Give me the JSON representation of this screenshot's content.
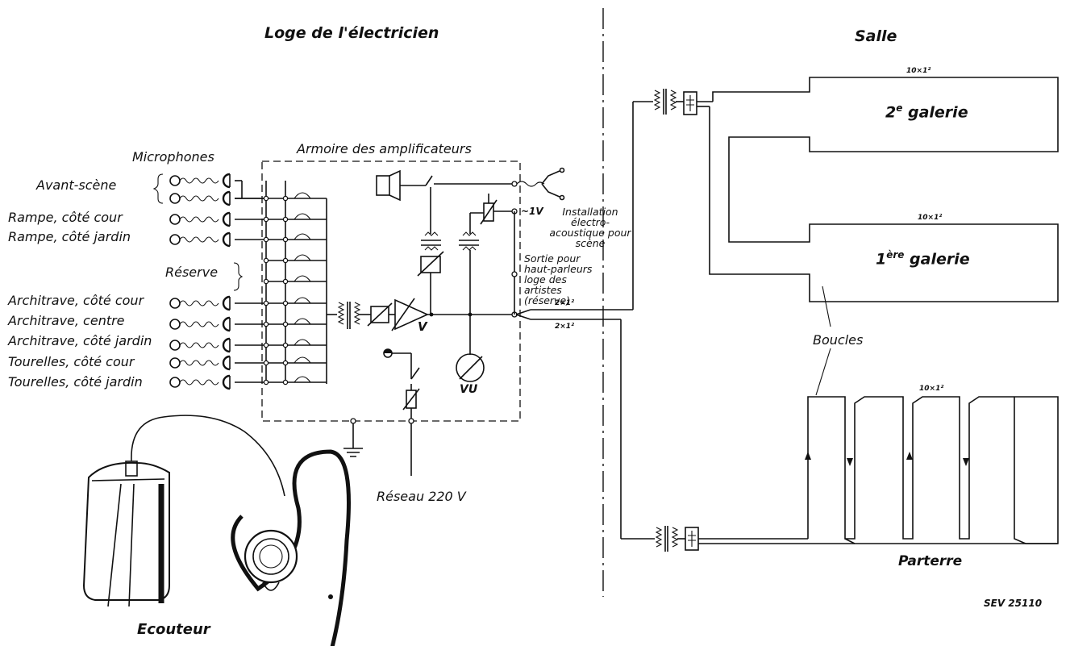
{
  "headings": {
    "loge": "Loge de l'électricien",
    "salle": "Salle",
    "armoire": "Armoire des amplificateurs",
    "microphones": "Microphones",
    "ecouteur": "Ecouteur",
    "reseau": "Réseau 220 V",
    "boucles": "Boucles",
    "parterre": "Parterre",
    "sev": "SEV 25110"
  },
  "microphone_labels": [
    "Avant-scène",
    "Rampe, côté cour",
    "Rampe, côté jardin",
    "Réserve",
    "Architrave, côté cour",
    "Architrave, centre",
    "Architrave, côté jardin",
    "Tourelles, côté cour",
    "Tourelles, côté jardin"
  ],
  "amp": {
    "v_label": "V",
    "vu_label": "VU",
    "out_1v": "~1V",
    "installation": "Installation électro-acoustique pour scène",
    "sortie": "Sortie pour haut-parleurs loge des artistes (réserve)",
    "cable_a": "2×1²",
    "cable_b": "2×1²"
  },
  "galleries": {
    "g2_prefix": "2",
    "g2_sup": "e",
    "g2_name": " galerie",
    "g2_cable": "10×1²",
    "g1_prefix": "1",
    "g1_sup": "ère",
    "g1_name": " galerie",
    "g1_cable": "10×1²",
    "parterre_cable": "10×1²"
  }
}
